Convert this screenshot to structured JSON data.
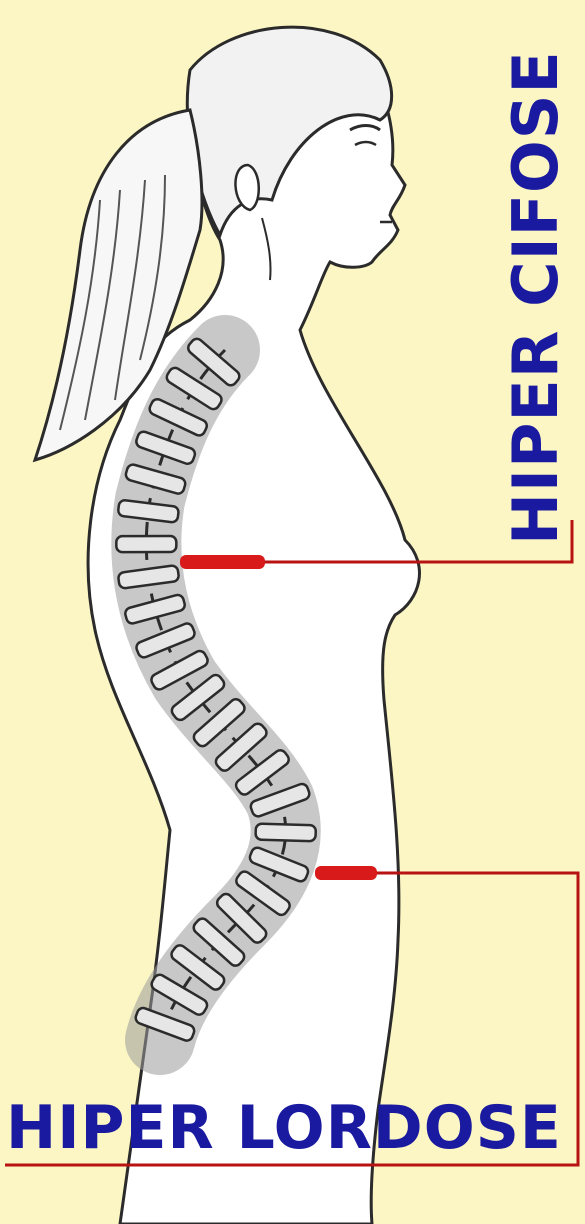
{
  "labels": {
    "upper": "HIPER CIFOSE",
    "lower": "HIPER LORDOSE"
  },
  "colors": {
    "background": "#fbf6c3",
    "label_text": "#1a1aa0",
    "pointer_line": "#b81212",
    "marker": "#d81a1a",
    "outline": "#2b2b2b",
    "figure_fill": "#ffffff",
    "bone": "#9a9a9a"
  },
  "icons": [
    "female-profile-figure",
    "spine-illustration"
  ]
}
